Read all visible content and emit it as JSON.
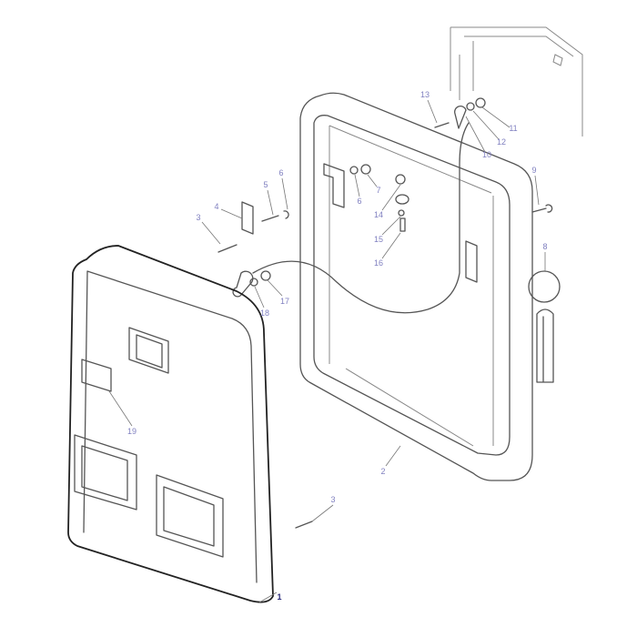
{
  "callouts": [
    {
      "id": "c13",
      "text": "13"
    },
    {
      "id": "c11",
      "text": "11"
    },
    {
      "id": "c12",
      "text": "12"
    },
    {
      "id": "c10",
      "text": "10"
    },
    {
      "id": "c9",
      "text": "9"
    },
    {
      "id": "c6a",
      "text": "6"
    },
    {
      "id": "c5",
      "text": "5"
    },
    {
      "id": "c7",
      "text": "7"
    },
    {
      "id": "c6b",
      "text": "6"
    },
    {
      "id": "c4",
      "text": "4"
    },
    {
      "id": "c3a",
      "text": "3"
    },
    {
      "id": "c14",
      "text": "14"
    },
    {
      "id": "c15",
      "text": "15"
    },
    {
      "id": "c16",
      "text": "16"
    },
    {
      "id": "c8",
      "text": "8"
    },
    {
      "id": "c17",
      "text": "17"
    },
    {
      "id": "c18",
      "text": "18"
    },
    {
      "id": "c19",
      "text": "19"
    },
    {
      "id": "c2",
      "text": "2"
    },
    {
      "id": "c3b",
      "text": "3"
    },
    {
      "id": "c1",
      "text": "1"
    }
  ]
}
